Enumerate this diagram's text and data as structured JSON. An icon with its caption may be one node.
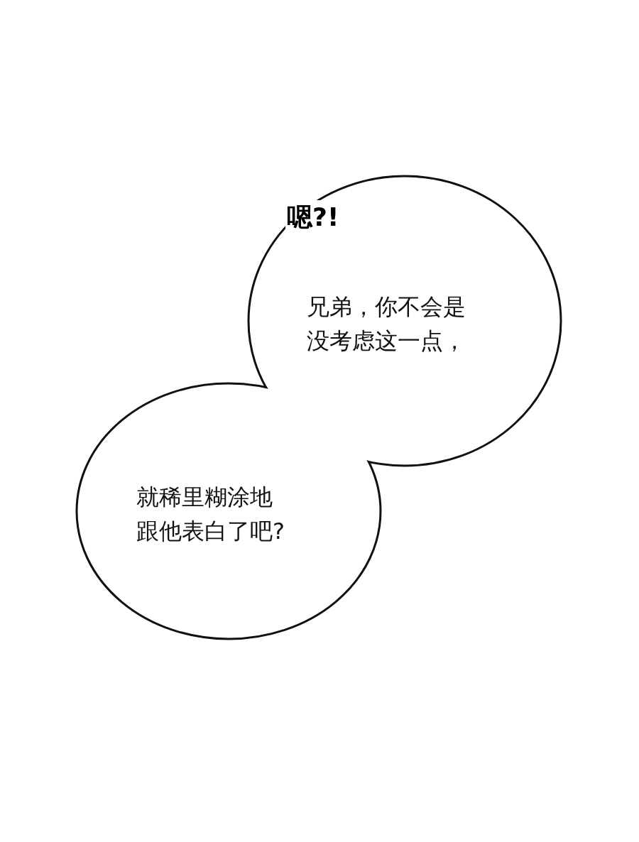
{
  "diagram": {
    "nodes": [
      {
        "text": [
          "兄弟，你不会是没考虑这一点，"
        ]
      },
      {
        "text": [
          "就稀里糊涂地跟他表白了吧?"
        ]
      }
    ],
    "labels": [
      "嗯?!"
    ]
  }
}
